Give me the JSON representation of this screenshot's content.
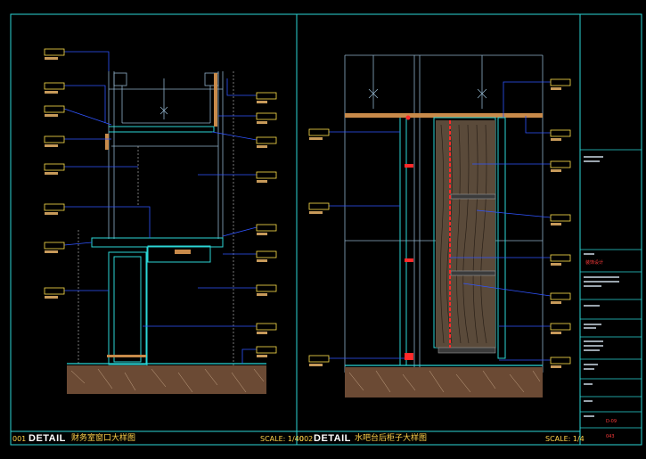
{
  "colors": {
    "frame": "#2bd6d6",
    "leader": "#2f54ff",
    "tag": "#ffe14a",
    "tag_sub": "#c79a5a",
    "wood": "#c88a4a",
    "hatch": "#b89a78",
    "redline": "#ff2a2a",
    "structure": "#8fb0c8"
  },
  "views": [
    {
      "number": "001",
      "detail_word": "DETAIL",
      "title": "财务室窗口大样图",
      "scale": "SCALE: 1/40"
    },
    {
      "number": "002",
      "detail_word": "DETAIL",
      "title": "水吧台后柜子大样图",
      "scale": "SCALE: 1/4"
    }
  ],
  "title_block": {
    "red_label_1": "装饰设计",
    "sheet_code": "D-09",
    "page": "043"
  }
}
